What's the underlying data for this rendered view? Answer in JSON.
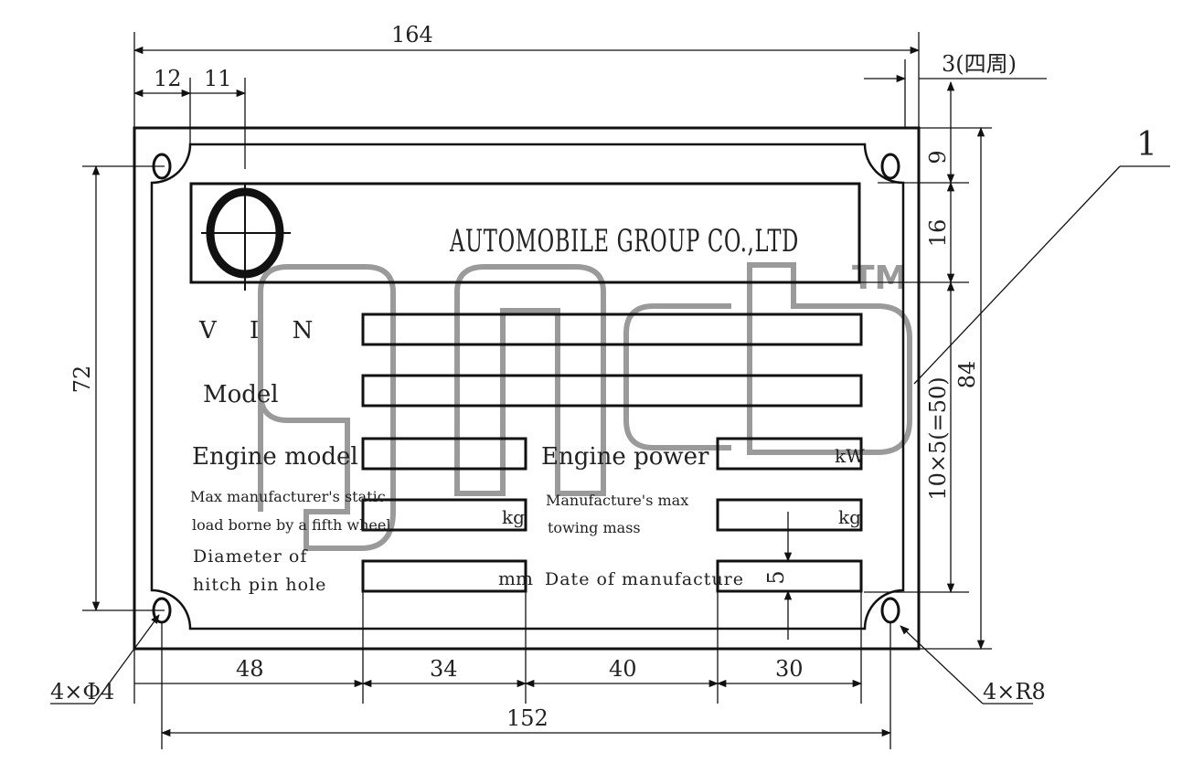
{
  "dimensions": {
    "overall_width": "164",
    "left_offset": "12",
    "logo_offset": "11",
    "border": "3(四周)",
    "top_row": "9",
    "title_height": "16",
    "rows_spacing": "10×5(=50)",
    "overall_height": "84",
    "hole_spacing_v": "72",
    "col1": "48",
    "col2": "34",
    "col3": "40",
    "col4": "30",
    "hole_spacing_h": "152",
    "field_height": "5"
  },
  "callouts": {
    "part_number": "1",
    "holes": "4×Φ4",
    "corner_radius": "4×R8"
  },
  "plate": {
    "title": "AUTOMOBILE GROUP CO.,LTD",
    "vin_label": "V I N",
    "model_label": "Model",
    "engine_model_label": "Engine model",
    "engine_power_label": "Engine power",
    "power_unit": "kW",
    "static_load_label_1": "Max manufacturer's static",
    "static_load_label_2": "load borne by a fifth wheel",
    "static_load_unit": "kg",
    "towing_label_1": "Manufacture's max",
    "towing_label_2": "towing mass",
    "towing_unit": "kg",
    "pin_label_1": "Diameter of",
    "pin_label_2": "hitch pin hole",
    "pin_unit": "mm",
    "date_label": "Date of manufacture"
  },
  "watermark": {
    "tm": "TM"
  },
  "colors": {
    "line": "#111111",
    "watermark": "#9a9a9a"
  }
}
